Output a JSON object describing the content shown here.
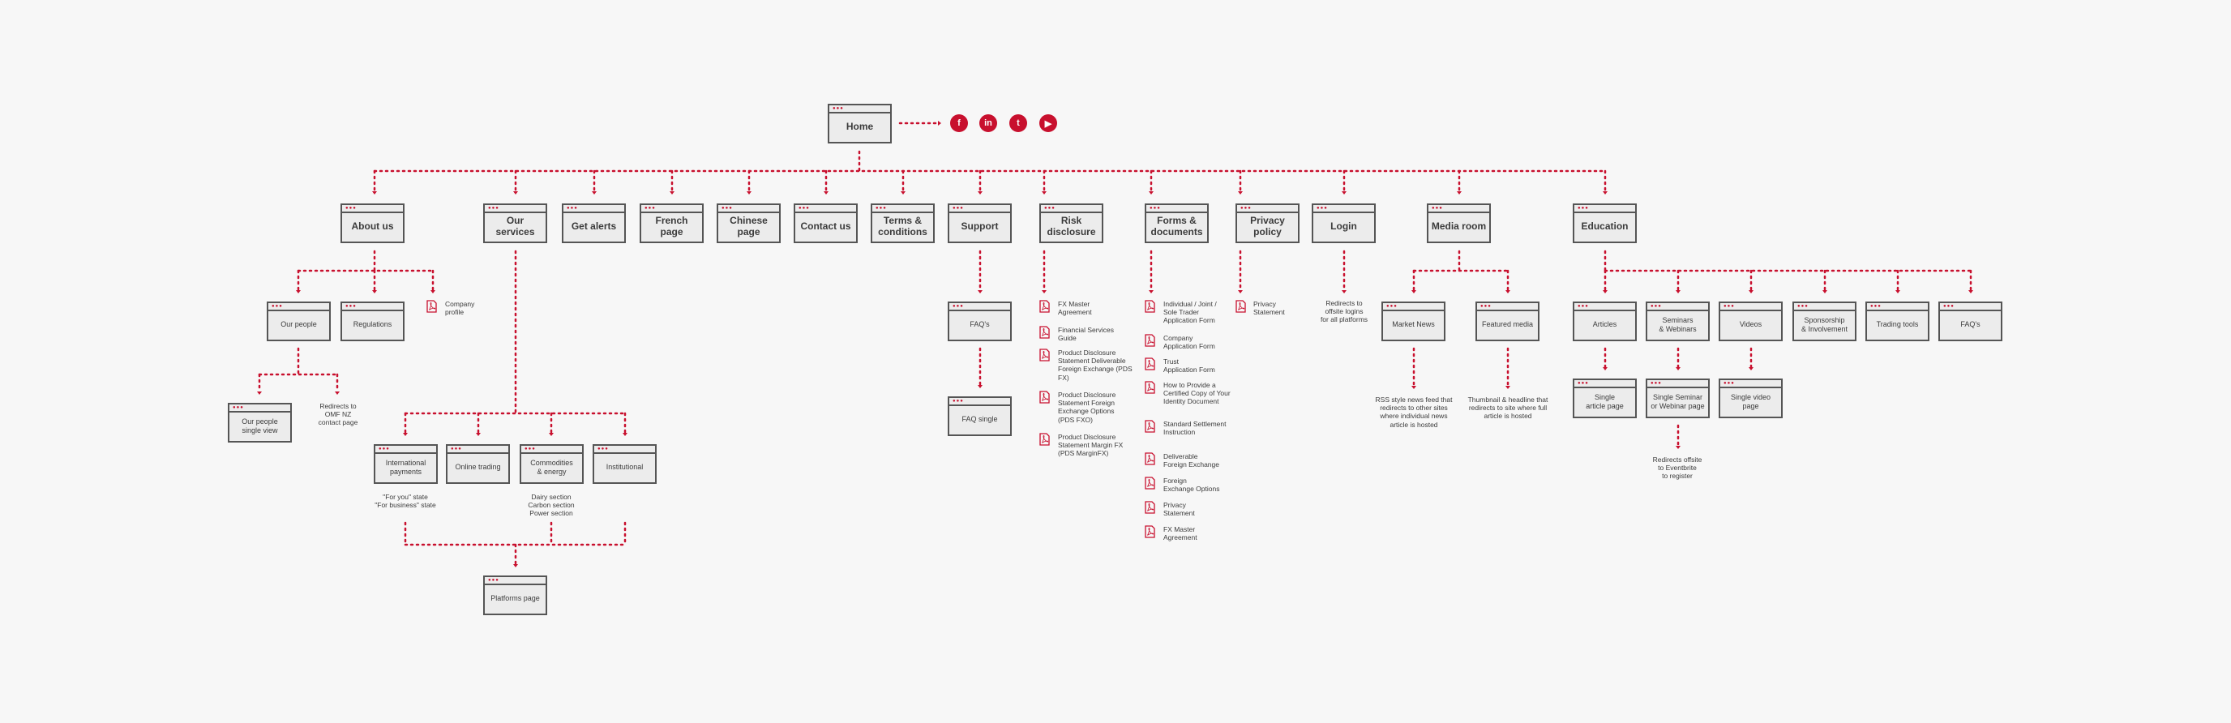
{
  "colors": {
    "accent": "#c8102e",
    "border": "#555555",
    "page_fill": "#ececec",
    "background": "#f7f7f7"
  },
  "home": {
    "label": "Home"
  },
  "social": [
    {
      "icon": "facebook-icon",
      "glyph": "f"
    },
    {
      "icon": "linkedin-icon",
      "glyph": "in"
    },
    {
      "icon": "twitter-icon",
      "glyph": "t"
    },
    {
      "icon": "youtube-icon",
      "glyph": "▶"
    }
  ],
  "top": {
    "about_us": "About us",
    "our_services": "Our\nservices",
    "get_alerts": "Get alerts",
    "french_page": "French page",
    "chinese_page": "Chinese page",
    "contact_us": "Contact us",
    "terms": "Terms &\nconditions",
    "support": "Support",
    "risk": "Risk\ndisclosure",
    "forms": "Forms &\ndocuments",
    "privacy": "Privacy policy",
    "login": "Login",
    "media": "Media room",
    "education": "Education"
  },
  "about": {
    "our_people": "Our people",
    "regulations": "Regulations",
    "company_profile": "Company\nprofile",
    "single_view": "Our people\nsingle view",
    "redirect_note": "Redirects to\nOMF NZ\ncontact page"
  },
  "services": {
    "international": "International\npayments",
    "online": "Online trading",
    "commodities": "Commodities\n& energy",
    "institutional": "Institutional",
    "intl_note": "\"For you\" state\n\"For business\" state",
    "comm_note": "Dairy section\nCarbon section\nPower section",
    "platforms": "Platforms page"
  },
  "support": {
    "faqs": "FAQ's",
    "faq_single": "FAQ single"
  },
  "risk_docs": [
    "FX Master\nAgreement",
    "Financial Services\nGuide",
    "Product Disclosure\nStatement Deliverable\nForeign Exchange (PDS\nFX)",
    "Product Disclosure\nStatement Foreign\nExchange Options\n(PDS FXO)",
    "Product Disclosure\nStatement Margin FX\n(PDS MarginFX)"
  ],
  "forms_docs": [
    "Individual / Joint /\nSole Trader\nApplication Form",
    "Company\nApplication Form",
    "Trust\nApplication Form",
    "How to Provide a\nCertified Copy of Your\nIdentity Document",
    "Standard Settlement\nInstruction",
    "Deliverable\nForeign Exchange",
    "Foreign\nExchange Options",
    "Privacy\nStatement",
    "FX Master\nAgreement"
  ],
  "privacy_doc": "Privacy\nStatement",
  "login_note": "Redirects to\noffsite logins\nfor all platforms",
  "media": {
    "market_news": "Market News",
    "featured": "Featured media",
    "market_note": "RSS style news feed that\nredirects to other sites\nwhere individual news\narticle is hosted",
    "featured_note": "Thumbnail & headline that\nredirects to site where full\narticle is hosted"
  },
  "education": {
    "articles": "Articles",
    "seminars": "Seminars\n& Webinars",
    "videos": "Videos",
    "sponsorship": "Sponsorship\n& Involvement",
    "trading_tools": "Trading tools",
    "faqs": "FAQ's",
    "single_article": "Single\narticle page",
    "single_seminar": "Single Seminar\nor Webinar page",
    "single_video": "Single video page",
    "eventbrite_note": "Redirects offsite\nto Eventbrite\nto register"
  }
}
